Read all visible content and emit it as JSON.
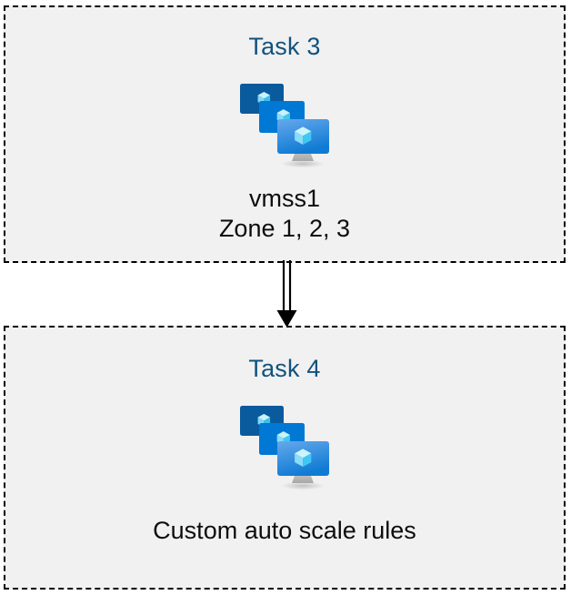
{
  "diagram": {
    "type": "flow",
    "background_color": "#ffffff",
    "box_fill_color": "#f1f1f1",
    "box_border_color": "#000000",
    "title_color": "#11527d",
    "caption_color": "#0d0d0d",
    "boxes": [
      {
        "id": "task-3",
        "title": "Task 3",
        "icon": "vm-scale-set-icon",
        "caption_lines": [
          "vmss1",
          "Zone 1, 2, 3"
        ]
      },
      {
        "id": "task-4",
        "title": "Task 4",
        "icon": "vm-scale-set-icon",
        "caption_lines": [
          "Custom auto scale rules"
        ]
      }
    ],
    "connectors": [
      {
        "id": "task3-to-task4",
        "from": "task-3",
        "to": "task-4",
        "style": "double-line-arrow",
        "direction": "down",
        "color": "#000000"
      }
    ],
    "icon_palette": {
      "monitor_back": "#0a5a9e",
      "monitor_mid": "#0078d4",
      "monitor_front_top": "#64a6ea",
      "monitor_front_bottom": "#0f7bd4",
      "cube_top": "#c3f1fb",
      "cube_left": "#86dcf7",
      "cube_right": "#3fc9f2",
      "stand": "#b3b3b3"
    }
  }
}
